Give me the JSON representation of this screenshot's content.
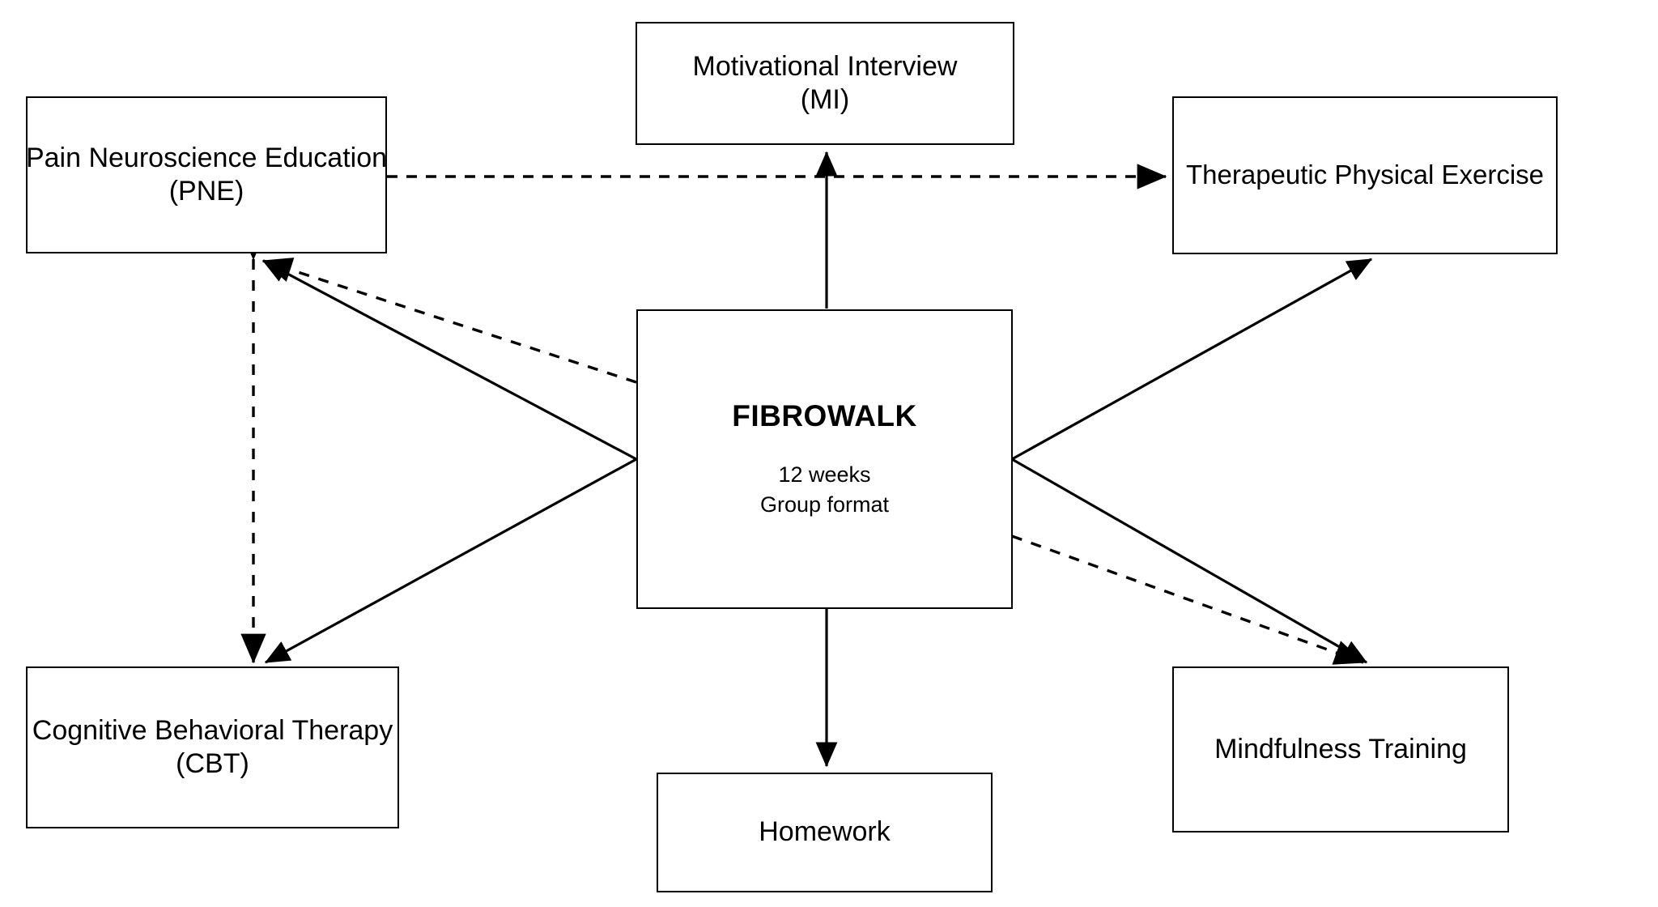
{
  "diagram": {
    "title": "FIBROWALK multicomponent treatment program components",
    "background_color": "#ffffff",
    "line_color": "#000000",
    "nodes": [
      {
        "id": "pne",
        "name": "pain-neuroscience-education",
        "label_line1": "Pain Neuroscience Education",
        "label_line2": "(PNE)"
      },
      {
        "id": "mi",
        "name": "motivational-interview",
        "label_line1": "Motivational Interview",
        "label_line2": "(MI)"
      },
      {
        "id": "tpe",
        "name": "therapeutic-physical-exercise",
        "label_line1": "Therapeutic Physical Exercise",
        "label_line2": ""
      },
      {
        "id": "fibrowalk",
        "name": "fibrowalk-center",
        "title": "FIBROWALK",
        "sub_line1": "12 weeks",
        "sub_line2": "Group format"
      },
      {
        "id": "cbt",
        "name": "cognitive-behavioral-therapy",
        "label_line1": "Cognitive Behavioral Therapy",
        "label_line2": "(CBT)"
      },
      {
        "id": "mindfulness",
        "name": "mindfulness-training",
        "label_line1": "Mindfulness Training",
        "label_line2": ""
      },
      {
        "id": "homework",
        "name": "homework",
        "label_line1": "Homework",
        "label_line2": ""
      }
    ],
    "edges": [
      {
        "id": "e1",
        "from": "fibrowalk",
        "to": "mi",
        "style": "solid",
        "arrow": "end"
      },
      {
        "id": "e2",
        "from": "fibrowalk",
        "to": "homework",
        "style": "solid",
        "arrow": "end"
      },
      {
        "id": "e3",
        "from": "fibrowalk",
        "to": "pne",
        "style": "solid",
        "arrow": "end"
      },
      {
        "id": "e4",
        "from": "fibrowalk",
        "to": "cbt",
        "style": "solid",
        "arrow": "end"
      },
      {
        "id": "e5",
        "from": "fibrowalk",
        "to": "tpe",
        "style": "solid",
        "arrow": "end"
      },
      {
        "id": "e6",
        "from": "fibrowalk",
        "to": "mindfulness",
        "style": "solid",
        "arrow": "end"
      },
      {
        "id": "e7",
        "from": "pne",
        "to": "tpe",
        "style": "dashed",
        "arrow": "end"
      },
      {
        "id": "e8",
        "from": "pne",
        "to": "cbt",
        "style": "dashed",
        "arrow": "both"
      },
      {
        "id": "e9",
        "from": "fibrowalk",
        "to": "pne",
        "style": "dashed",
        "arrow": "end"
      },
      {
        "id": "e10",
        "from": "fibrowalk",
        "to": "mindfulness",
        "style": "dashed",
        "arrow": "end"
      }
    ]
  },
  "chart_data": {
    "type": "diagram",
    "title": "FIBROWALK program components",
    "nodes": [
      "Pain Neuroscience Education (PNE)",
      "Motivational Interview (MI)",
      "Therapeutic Physical Exercise",
      "FIBROWALK – 12 weeks, Group format",
      "Cognitive Behavioral Therapy (CBT)",
      "Mindfulness Training",
      "Homework"
    ],
    "links": [
      "FIBROWALK → Motivational Interview (MI)",
      "FIBROWALK → Homework",
      "FIBROWALK → Pain Neuroscience Education (PNE)",
      "FIBROWALK → Cognitive Behavioral Therapy (CBT)",
      "FIBROWALK → Therapeutic Physical Exercise",
      "FIBROWALK → Mindfulness Training",
      "Pain Neuroscience Education (PNE) ⇢ Therapeutic Physical Exercise (dashed)",
      "Pain Neuroscience Education (PNE) ⇢ Cognitive Behavioral Therapy (CBT) (dashed, bidirectional)",
      "FIBROWALK ⇢ Pain Neuroscience Education (PNE) (dashed)",
      "FIBROWALK ⇢ Mindfulness Training (dashed)"
    ]
  }
}
